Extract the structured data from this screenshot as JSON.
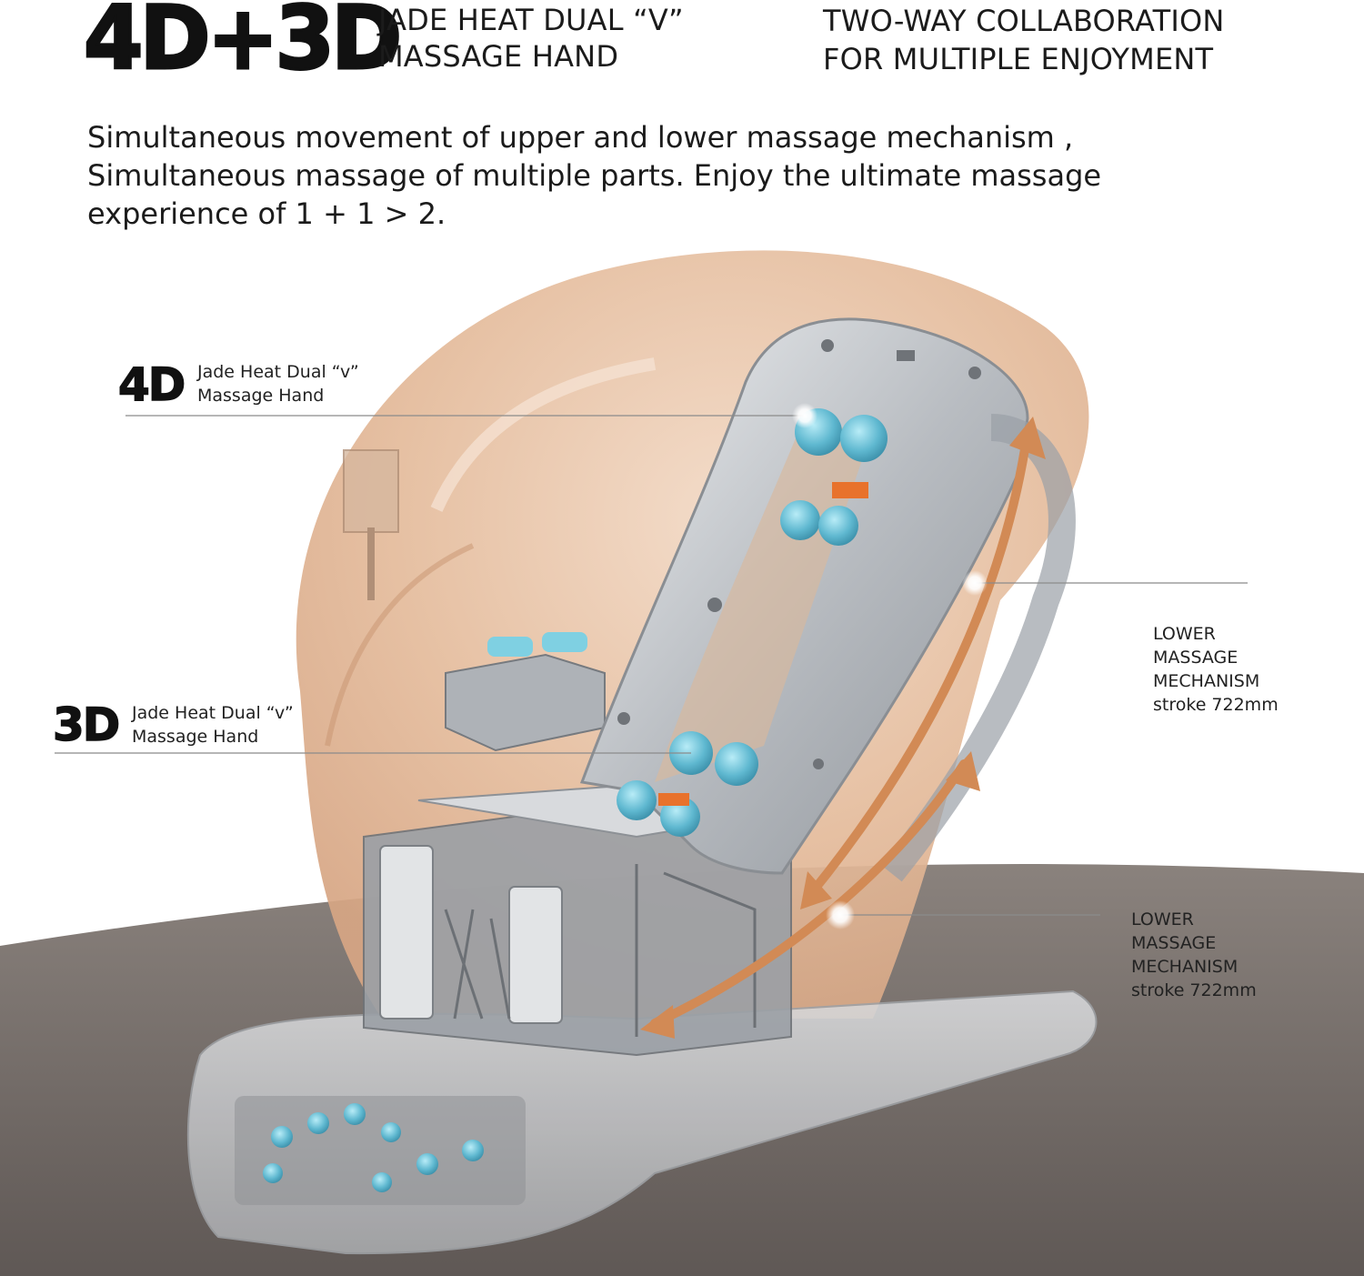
{
  "header": {
    "big_title": "4D+3D",
    "subtitle_left": [
      "JADE HEAT DUAL “V”",
      "MASSAGE HAND"
    ],
    "subtitle_right": [
      "TWO-WAY COLLABORATION",
      "FOR MULTIPLE ENJOYMENT"
    ]
  },
  "description": [
    "Simultaneous movement of upper and lower massage mechanism ,",
    "Simultaneous massage of multiple parts. Enjoy the ultimate massage",
    "experience of 1 + 1 > 2."
  ],
  "callouts": {
    "upper": {
      "badge": "4D",
      "lines": [
        "Jade Heat Dual “v”",
        "Massage Hand"
      ]
    },
    "lower": {
      "badge": "3D",
      "lines": [
        "Jade Heat Dual “v”",
        "Massage Hand"
      ]
    },
    "right_top": [
      "LOWER",
      "MASSAGE",
      "MECHANISM",
      "stroke 722mm"
    ],
    "right_bottom": [
      "LOWER",
      "MASSAGE",
      "MECHANISM",
      "stroke 722mm"
    ]
  },
  "colors": {
    "shell": "#e7c2a4",
    "floor": "#7c7470",
    "frame": "#c9ccd0",
    "roller": "#6fc3d8",
    "arrow": "#d28a55"
  }
}
